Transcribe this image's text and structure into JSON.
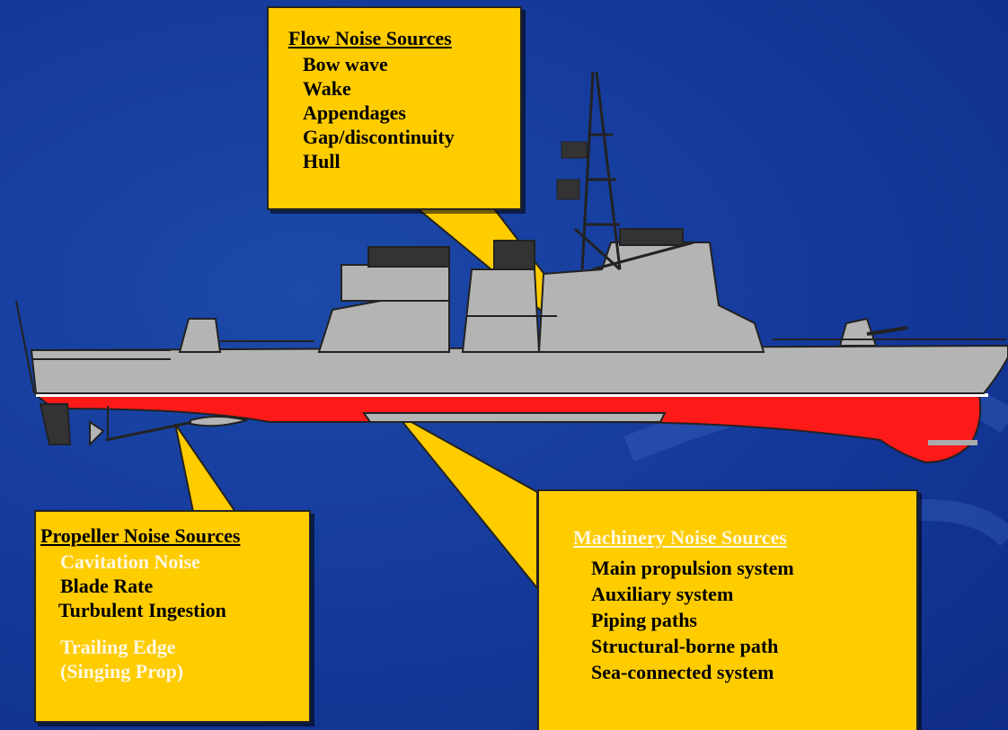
{
  "flow_noise": {
    "title": "Flow Noise Sources",
    "items": [
      "Bow wave",
      "Wake",
      "Appendages",
      "Gap/discontinuity",
      "Hull"
    ]
  },
  "propeller_noise": {
    "title": "Propeller Noise Sources",
    "items": [
      "Cavitation Noise",
      "Blade Rate",
      "Turbulent Ingestion",
      "Trailing Edge",
      "(Singing Prop)"
    ]
  },
  "machinery_noise": {
    "title": "Machinery Noise Sources",
    "items": [
      "Main propulsion system",
      "Auxiliary system",
      "Piping paths",
      "Structural-borne path",
      "Sea-connected system"
    ]
  },
  "colors": {
    "background": "#14389a",
    "callout": "#ffcc00",
    "hull_upper": "#b4b4b4",
    "hull_lower": "#ff1a1a"
  }
}
